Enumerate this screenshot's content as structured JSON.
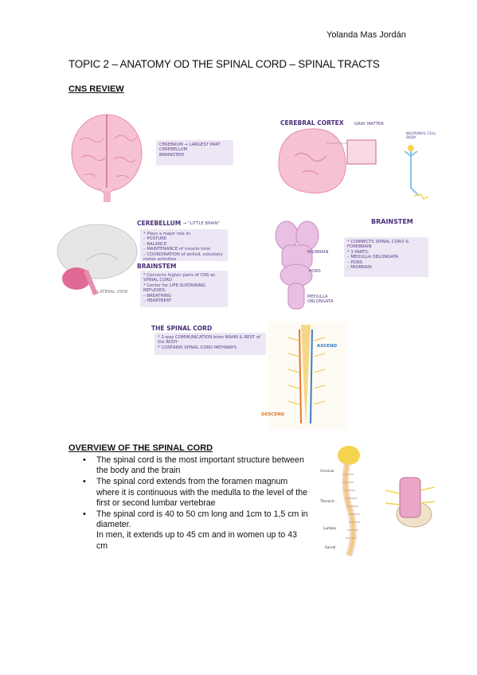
{
  "author": "Yolanda Mas Jordán",
  "title": "TOPIC 2 – ANATOMY OD THE SPINAL CORD – SPINAL TRACTS",
  "cns_review": {
    "heading": "CNS REVIEW",
    "brain_box": [
      "CEREBRUM → LARGEST PART",
      "CEREBELLUM",
      "BRAINSTEM"
    ],
    "cortex_title": "CEREBRAL CORTEX",
    "gray_matter": "GRAY MATTER",
    "neuronal_cell_body": "NEURONAL CELL BODY",
    "cerebellum_title": "CEREBELLUM",
    "little_brain": "→ \"LITTLE BRAIN\"",
    "cerebellum_notes": [
      "* Plays a major role in:",
      "– POSTURE",
      "– BALANCE",
      "– MAINTENANCE of muscle tone",
      "– COORDINATION of skilled, voluntary motor activities"
    ],
    "brainstem_sub": "BRAINSTEM",
    "brainstem_sub_notes": [
      "* Connects higher parts of CNS w/ SPINAL CORD",
      "* Center for LIFE-SUSTAINING REFLEXES:",
      "– BREATHING",
      "– HEARTBEAT"
    ],
    "lateral_view": "LATERAL VIEW",
    "brainstem_title": "BRAINSTEM",
    "brainstem_labels": [
      "MIDBRAIN",
      "PONS",
      "MEDULLA OBLONGATA"
    ],
    "brainstem_notes": [
      "* CONNECTS SPINAL CORD & FOREBRAIN",
      "* 3 PARTS:",
      "– MEDULLA OBLONGATA",
      "– PONS",
      "– MIDBRAIN"
    ],
    "spinal_title": "THE SPINAL CORD",
    "spinal_notes": [
      "* 2-way COMMUNICATION btwn BRAIN & REST of the BODY",
      "* CONTAINS SPINAL CORD PATHWAYS"
    ],
    "ascend": "ASCEND",
    "descend": "DESCEND"
  },
  "overview": {
    "heading": "OVERVIEW OF THE SPINAL CORD",
    "bullets": [
      "The spinal cord is the most important structure between the body and the brain",
      "The spinal cord extends from the foramen magnum where it is continuous with the medulla to the level of the first or second lumbar vertebrae",
      "The spinal cord is 40 to 50 cm long and 1cm to 1,5 cm in diameter."
    ],
    "bullet3_extra": "In men, it extends up to 45 cm and in women up to 43 cm",
    "figure_labels": [
      "Cervical",
      "Thoracic",
      "Lumbar",
      "Sacral"
    ]
  },
  "colors": {
    "brain_pink": "#f3b3c8",
    "annotation_purple": "#5b3f86",
    "box_lavender": "#ece6f5"
  }
}
